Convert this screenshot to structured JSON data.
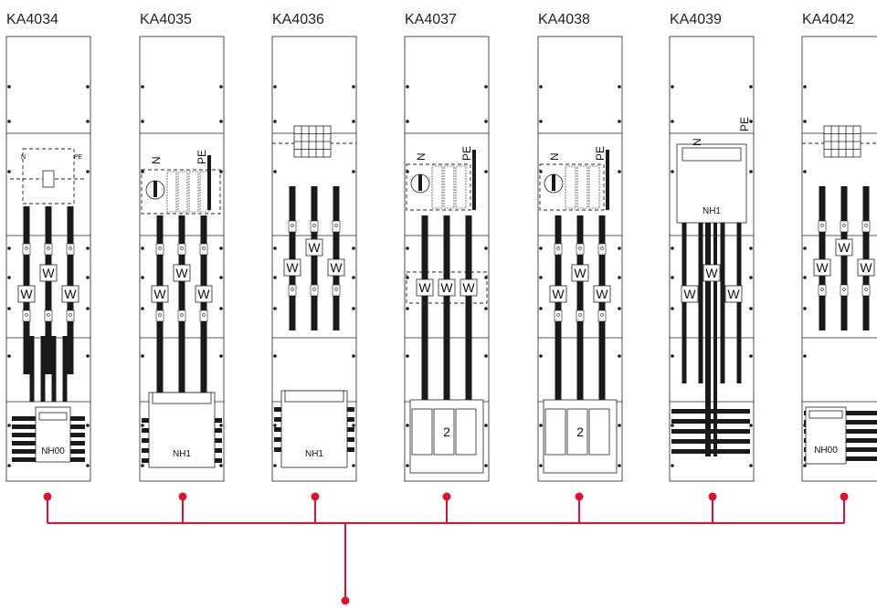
{
  "diagram": {
    "accent_color": "#e0102f",
    "line_color": "#1a1a1a",
    "panels": [
      {
        "id": "KA4034",
        "type": "switch-disconnector-fuse",
        "device": "NH00",
        "labels": {
          "n": "N",
          "pe": "PE",
          "w": "W"
        }
      },
      {
        "id": "KA4035",
        "type": "switch-disconnector",
        "device": "NH1",
        "labels": {
          "n": "N",
          "pe": "PE",
          "w": "W"
        }
      },
      {
        "id": "KA4036",
        "type": "busbar-fuse",
        "device": "NH1",
        "labels": {
          "w": "W"
        }
      },
      {
        "id": "KA4037",
        "type": "switch-strip",
        "device": "2",
        "labels": {
          "n": "N",
          "pe": "PE",
          "w": "W"
        }
      },
      {
        "id": "KA4038",
        "type": "switch-strip",
        "device": "2",
        "labels": {
          "n": "N",
          "pe": "PE",
          "w": "W"
        }
      },
      {
        "id": "KA4039",
        "type": "fuse-top",
        "device": "NH1",
        "labels": {
          "n": "N",
          "pe": "PE",
          "w": "W"
        }
      },
      {
        "id": "KA4042",
        "type": "busbar-fuse-small",
        "device": "NH00",
        "labels": {
          "w": "W"
        }
      }
    ]
  }
}
